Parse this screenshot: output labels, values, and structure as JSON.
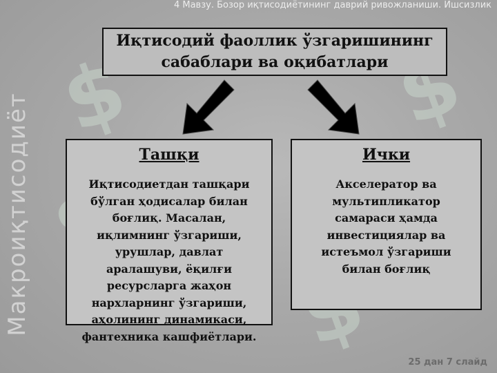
{
  "header": {
    "topic": "4 Мавзу. Бозор иқтисодиётининг даврий ривожланиши. Ишсизлик"
  },
  "sidebar": {
    "vertical_title": "Макроиқтисодиёт"
  },
  "main": {
    "title": "Иқтисодий фаоллик ўзгаришининг сабаблари ва оқибатлари",
    "left_box": {
      "title": "Ташқи",
      "text": "Иқтисодиетдан ташқари бўлган ҳодисалар билан боғлиқ. Масалан, иқлимнинг ўзгариши, урушлар, давлат аралашуви, ёқилғи ресурсларга жаҳон нархларнинг ўзгариши, аҳолининг динамикаси, фантехника кашфиётлари."
    },
    "right_box": {
      "title": "Ички",
      "text": "Акселератор ва мультипликатор самараси ҳамда инвестициялар ва истеъмол ўзгариши билан боғлиқ"
    }
  },
  "footer": {
    "slide_counter": "25 дан 7 слайд"
  },
  "colors": {
    "background": "#a9a9a9",
    "box": "#c4c4c4",
    "border": "#111111",
    "watermark": "#c9d6cc"
  }
}
